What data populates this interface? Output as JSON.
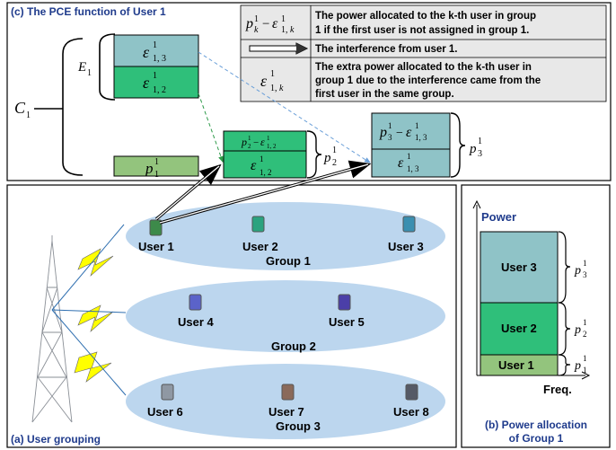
{
  "panels": {
    "c_title": "(c) The PCE function of User 1",
    "a_title": "(a) User grouping",
    "b_title_line1": "(b) Power allocation",
    "b_title_line2": "of Group 1"
  },
  "legend": {
    "row1_text_line1": "The power allocated to the k-th user in group",
    "row1_text_line2": "1 if the first user is not assigned in group 1.",
    "row2_text": "The interference from user 1.",
    "row3_text_line1": "The extra power allocated to the k-th user in",
    "row3_text_line2": "group 1 due to the interference came from the",
    "row3_text_line3": "first user in the same group."
  },
  "pce": {
    "c_symbol": "C",
    "c_sub": "1",
    "e_symbol": "E",
    "e_sub": "1",
    "eps": "ε",
    "sup1": "1",
    "eps13_sub": "1, 3",
    "eps12_sub": "1, 2",
    "p": "p",
    "p1_sub": "1",
    "p2_sub": "2",
    "p3_sub": "3",
    "minus": "−"
  },
  "users": [
    {
      "label": "User 1",
      "color": "#3d8a4a"
    },
    {
      "label": "User 2",
      "color": "#2aa37f"
    },
    {
      "label": "User 3",
      "color": "#3a8fb0"
    },
    {
      "label": "User 4",
      "color": "#5b63c9"
    },
    {
      "label": "User 5",
      "color": "#4b3fa8"
    },
    {
      "label": "User 6",
      "color": "#8f98a3"
    },
    {
      "label": "User 7",
      "color": "#8a6a5a"
    },
    {
      "label": "User 8",
      "color": "#555a66"
    }
  ],
  "groups": [
    "Group 1",
    "Group 2",
    "Group 3"
  ],
  "power_chart": {
    "y_label": "Power",
    "x_label": "Freq.",
    "bars": [
      {
        "label": "User 3",
        "color": "#8fc3c7"
      },
      {
        "label": "User 2",
        "color": "#2fbf7a"
      },
      {
        "label": "User 1",
        "color": "#93c47d"
      }
    ]
  },
  "colors": {
    "user3_block": "#8fc3c7",
    "user2_block": "#2fbf7a",
    "user1_block": "#93c47d",
    "ellipse": "#bcd6ee",
    "legend_bg": "#e6e6e6",
    "lightning": "#ffff00"
  }
}
